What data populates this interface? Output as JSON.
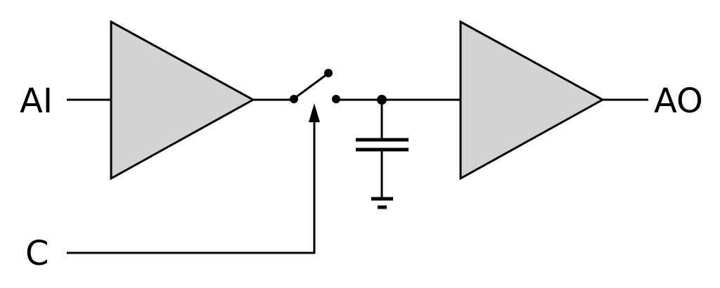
{
  "diagram": {
    "type": "circuit-schematic",
    "labels": {
      "input": "AI",
      "output": "AO",
      "control": "C"
    },
    "components": {
      "input_stage": "buffer-amplifier",
      "switch": "open-switch",
      "storage": "capacitor-to-ground",
      "output_stage": "buffer-amplifier"
    },
    "colors": {
      "amplifier_fill": "#d3d3d3",
      "line": "#000000",
      "background": "#ffffff"
    }
  }
}
